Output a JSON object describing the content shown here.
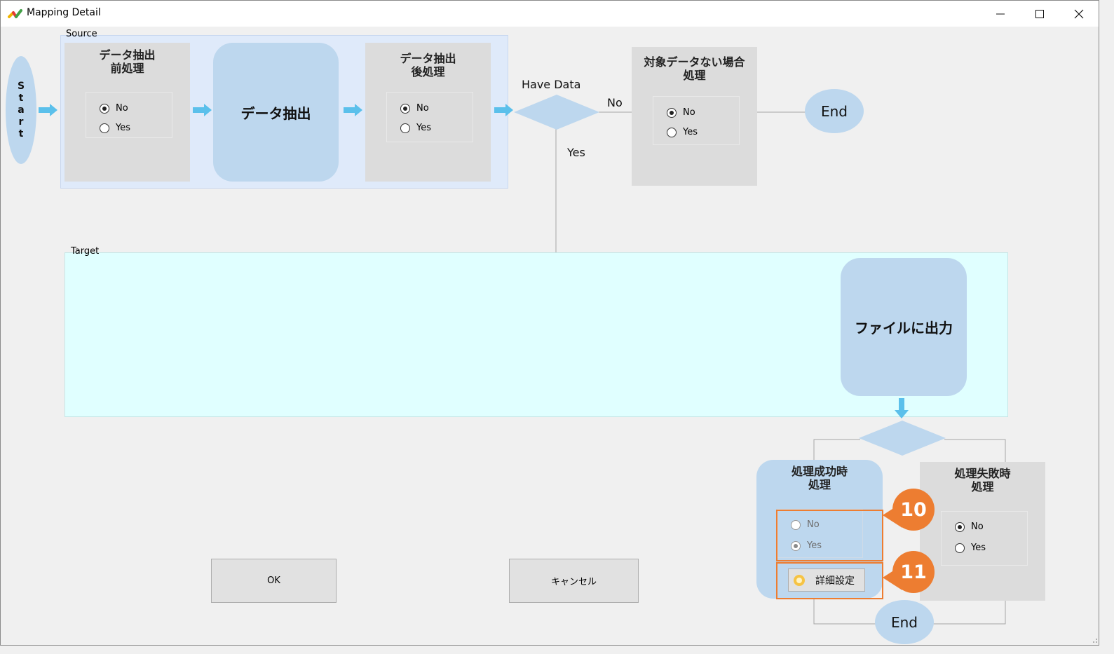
{
  "window": {
    "title": "Mapping Detail",
    "controls": {
      "minimize": "—",
      "maximize": "☐",
      "close": "✕"
    }
  },
  "source": {
    "group_label": "Source",
    "start_label": "Start",
    "pre_process": {
      "title_line1": "データ抽出",
      "title_line2": "前処理",
      "options": [
        "No",
        "Yes"
      ],
      "selected": "No"
    },
    "extract": {
      "label": "データ抽出"
    },
    "post_process": {
      "title_line1": "データ抽出",
      "title_line2": "後処理",
      "options": [
        "No",
        "Yes"
      ],
      "selected": "No"
    },
    "decision": {
      "label": "Have  Data",
      "no_label": "No",
      "yes_label": "Yes"
    },
    "no_data": {
      "title_line1": "対象データない場合",
      "title_line2": "処理",
      "options": [
        "No",
        "Yes"
      ],
      "selected": "No"
    },
    "end_label": "End"
  },
  "target": {
    "group_label": "Target",
    "output": {
      "label": "ファイルに出力"
    }
  },
  "post": {
    "success": {
      "title_line1": "処理成功時",
      "title_line2": "処理",
      "options": [
        "No",
        "Yes"
      ],
      "selected": "Yes",
      "settings_button": "詳細設定"
    },
    "failure": {
      "title_line1": "処理失敗時",
      "title_line2": "処理",
      "options": [
        "No",
        "Yes"
      ],
      "selected": "No"
    },
    "end_label": "End"
  },
  "callouts": {
    "radio": "10",
    "settings": "11"
  },
  "buttons": {
    "ok": "OK",
    "cancel": "キャンセル"
  },
  "colors": {
    "accent_orange": "#ed7d31",
    "flow_blue": "#bdd7ee",
    "source_bg": "#dfeafa",
    "target_bg": "#e0ffff",
    "arrow": "#5bc0eb"
  }
}
